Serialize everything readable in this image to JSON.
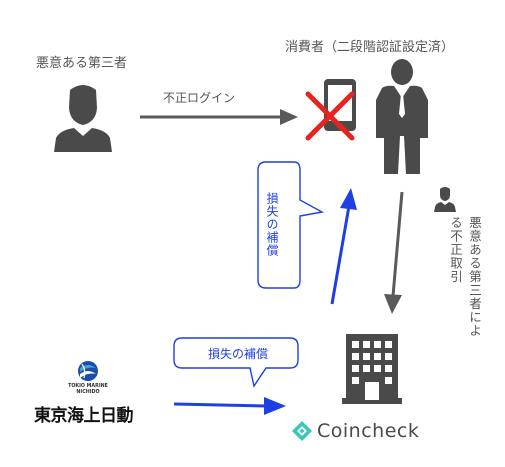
{
  "nodes": {
    "attacker_label": "悪意ある第三者",
    "consumer_label": "消費者（二段階認証設定済）",
    "exchange_name": "Coincheck",
    "insurer_name": "東京海上日動",
    "insurer_logo_line1": "TOKIO MARINE",
    "insurer_logo_line2": "NICHIDO"
  },
  "edges": {
    "unauthorized_login": "不正ログイン",
    "unauthorized_trade": "悪意ある第三者による不正取引",
    "compensation_to_consumer": "損失の補償",
    "compensation_to_exchange": "損失の補償"
  },
  "colors": {
    "gray_person": "#4a4a4a",
    "blue_arrow": "#1f3fe6",
    "red_cross": "#e8231f",
    "coincheck_teal": "#38c6b8"
  }
}
